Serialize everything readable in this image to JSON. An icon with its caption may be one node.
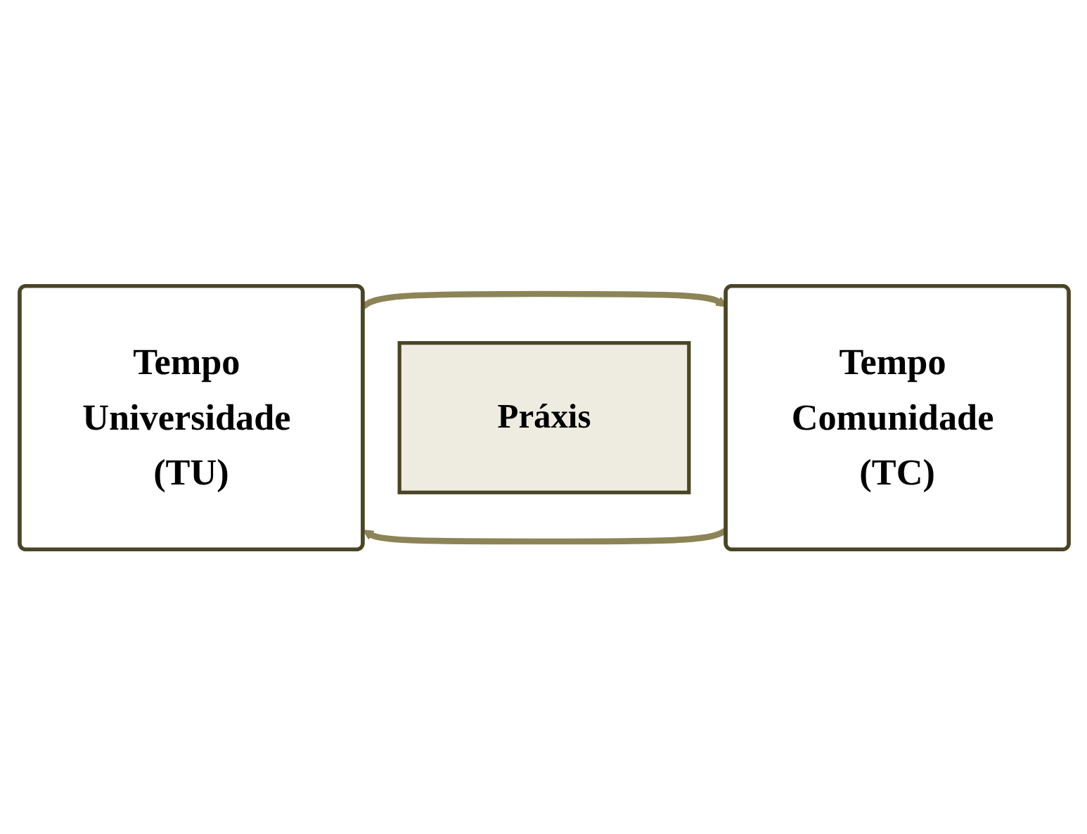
{
  "diagram": {
    "nodes": [
      {
        "text": [
          "Tempo Universidade (TU)"
        ]
      },
      {
        "text": [
          "Práxis"
        ]
      },
      {
        "text": [
          "Tempo Comunidade (TC)"
        ]
      }
    ],
    "edges": [
      {
        "from": 2,
        "to": 0,
        "arrow": "to"
      },
      {
        "from": 0,
        "to": 2,
        "arrow": "to"
      }
    ]
  }
}
